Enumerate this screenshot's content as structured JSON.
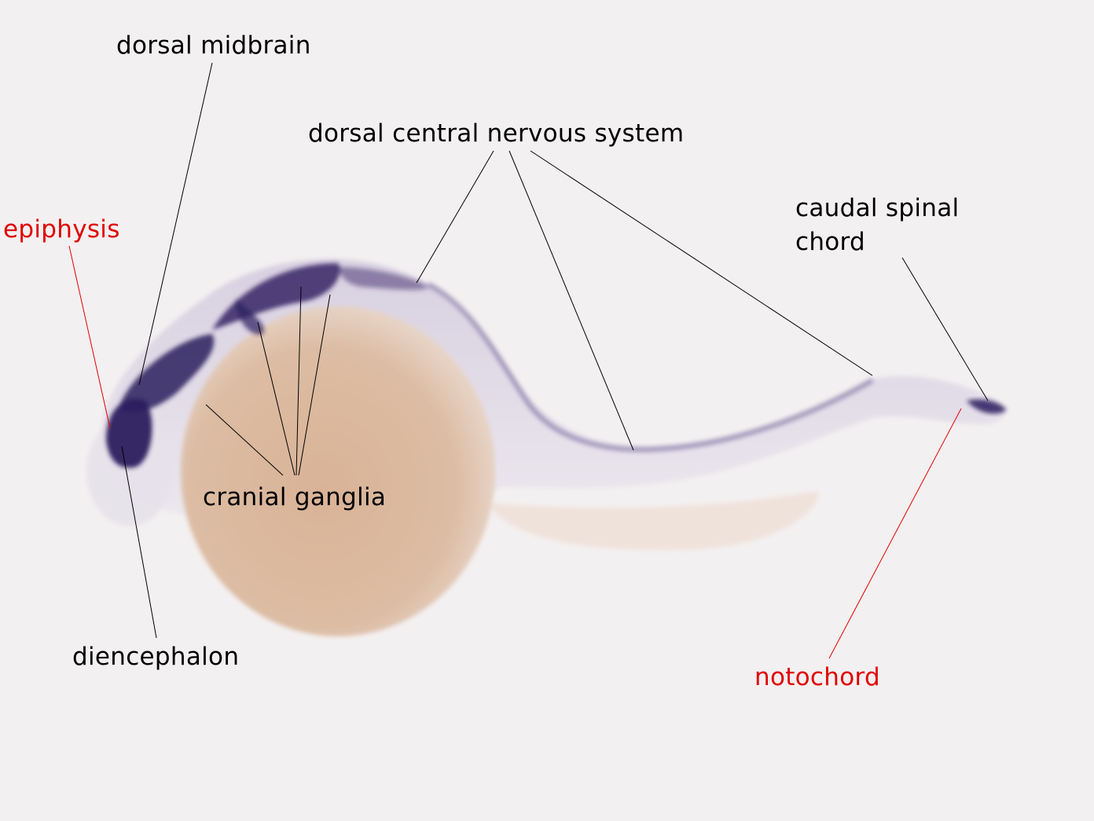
{
  "colors": {
    "background": "#f3f0f1",
    "label_default": "#000000",
    "label_highlight": "#e00000",
    "stain": "#2a1c5e",
    "yolk": "#dcb89c"
  },
  "labels": {
    "dorsal_midbrain": "dorsal midbrain",
    "dorsal_cns": "dorsal central nervous system",
    "caudal_spinal_line1": "caudal spinal",
    "caudal_spinal_line2": "chord",
    "epiphysis": "epiphysis",
    "cranial_ganglia": "cranial ganglia",
    "diencephalon": "diencephalon",
    "notochord": "notochord"
  }
}
